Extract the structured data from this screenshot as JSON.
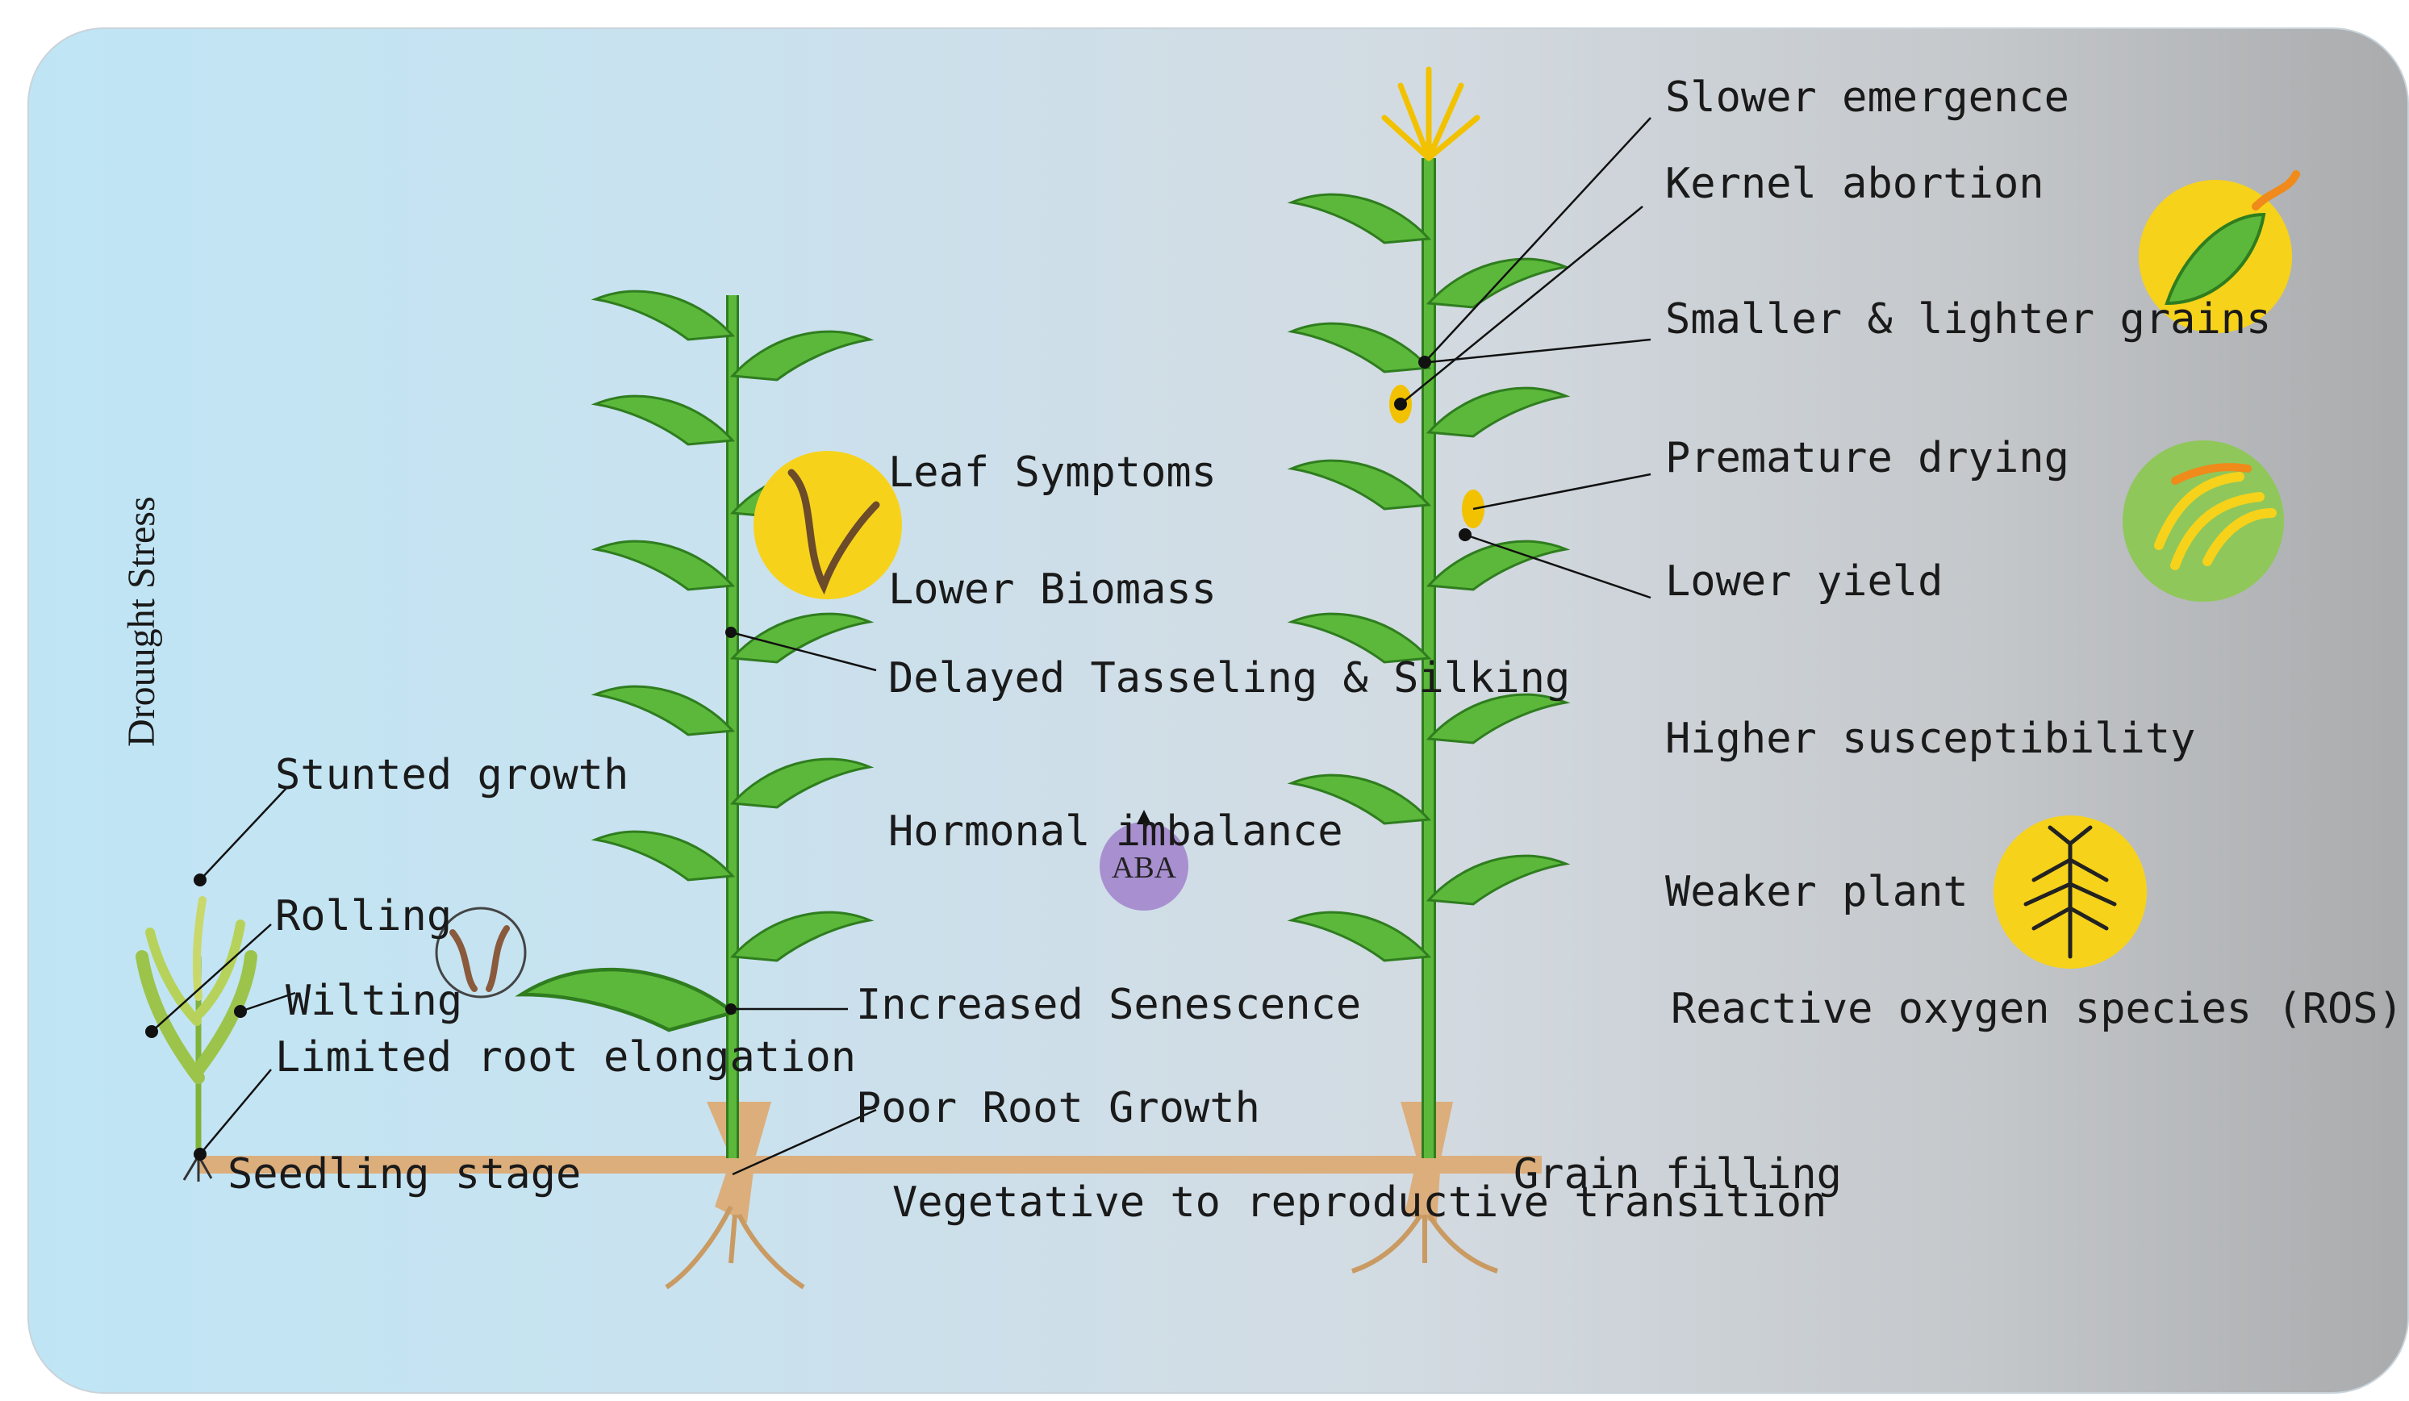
{
  "side_title": "Drouught Stress",
  "stages": {
    "seedling": "Seedling stage",
    "vegetative": "Vegetative to\nreproductive\ntransition",
    "grain": "Grain filling"
  },
  "seedling_labels": {
    "stunted": "Stunted\ngrowth",
    "rolling": "Rolling",
    "wilting": "Wilting",
    "root": "Limited root\nelongation"
  },
  "vegetative_labels": {
    "leaf": "Leaf Symptoms",
    "biomass": "Lower Biomass",
    "tassel": "Delayed Tasseling\n& Silking",
    "hormonal": "Hormonal\nimbalance",
    "aba": "ABA",
    "senescence": "Increased Senescence",
    "poor_root": "Poor Root Growth"
  },
  "grain_labels": {
    "emergence": "Slower emergence",
    "kernel": "Kernel abortion",
    "grains": "Smaller & lighter grains",
    "drying": "Premature drying",
    "yield": "Lower yield",
    "susceptibility": "Higher susceptibility",
    "weaker": "Weaker plant",
    "ros": "Reactive oxygen species (ROS)"
  },
  "colors": {
    "leaf": "#5cb83a",
    "leaf_dark": "#2f7d1f",
    "soil": "#dcae7c",
    "badge_yellow": "#f6d21b",
    "badge_green": "#8fc75a",
    "badge_purple": "#a88fd0",
    "root": "#c99a62"
  },
  "icons": [
    "withered-leaf-icon",
    "corn-cob-icon",
    "dry-husk-icon",
    "weak-plant-icon",
    "aba-hormone-icon",
    "rolled-leaf-icon"
  ]
}
